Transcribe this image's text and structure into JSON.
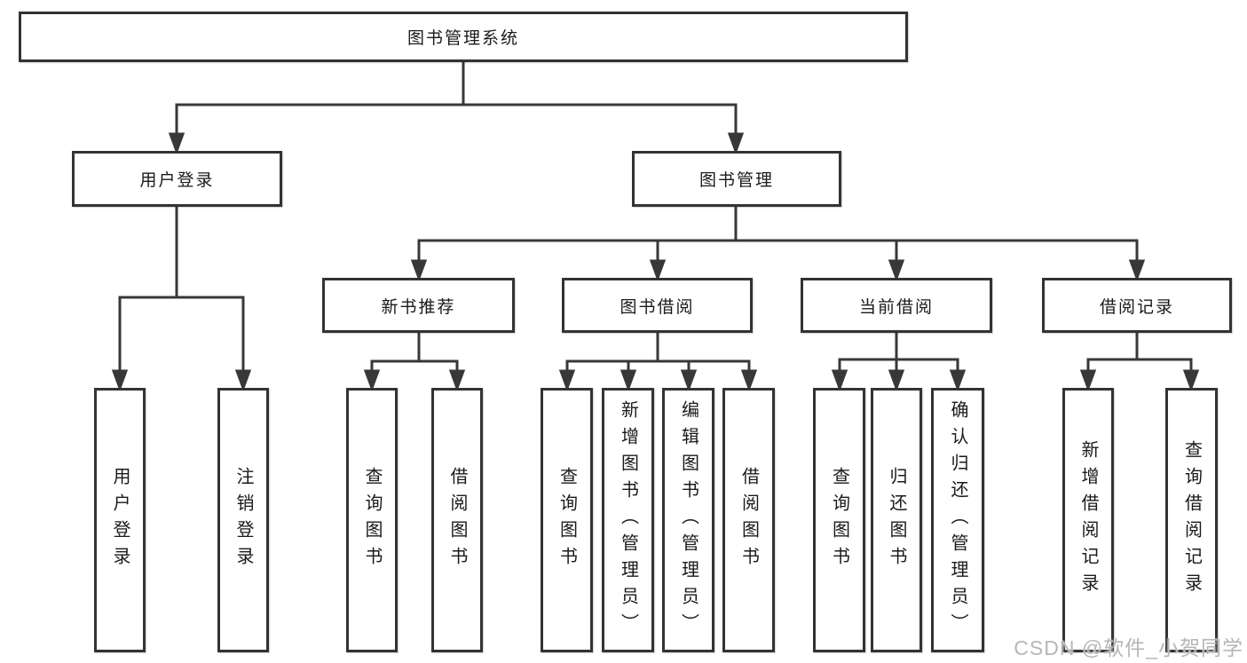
{
  "diagram_type": "hierarchy-tree",
  "tree": {
    "label": "图书管理系统",
    "children": [
      {
        "label": "用户登录",
        "children": [
          {
            "label": "用户登录"
          },
          {
            "label": "注销登录"
          }
        ]
      },
      {
        "label": "图书管理",
        "children": [
          {
            "label": "新书推荐",
            "children": [
              {
                "label": "查询图书"
              },
              {
                "label": "借阅图书"
              }
            ]
          },
          {
            "label": "图书借阅",
            "children": [
              {
                "label": "查询图书"
              },
              {
                "label": "新增图书（管理员）"
              },
              {
                "label": "编辑图书（管理员）"
              },
              {
                "label": "借阅图书"
              }
            ]
          },
          {
            "label": "当前借阅",
            "children": [
              {
                "label": "查询图书"
              },
              {
                "label": "归还图书"
              },
              {
                "label": "确认归还（管理员）"
              }
            ]
          },
          {
            "label": "借阅记录",
            "children": [
              {
                "label": "新增借阅记录"
              },
              {
                "label": "查询借阅记录"
              }
            ]
          }
        ]
      }
    ]
  },
  "watermark": "CSDN @软件_小贺同学",
  "colors": {
    "line": "#383838",
    "border": "#333333",
    "text": "#1a1a1a",
    "watermark": "#b6b6b6"
  }
}
